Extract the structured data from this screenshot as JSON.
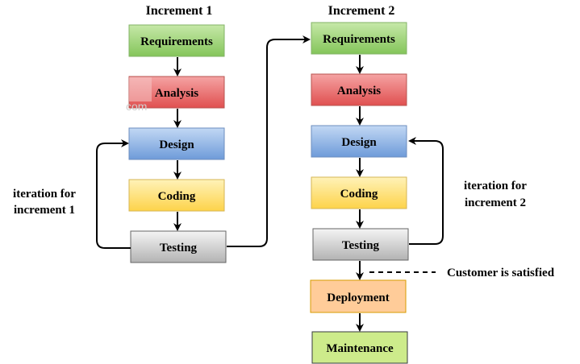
{
  "increment1": {
    "title": "Increment 1",
    "stages": [
      "Requirements",
      "Analysis",
      "Design",
      "Coding",
      "Testing"
    ],
    "iteration_label": [
      "iteration  for",
      "increment 1"
    ]
  },
  "increment2": {
    "title": "Increment 2",
    "stages": [
      "Requirements",
      "Analysis",
      "Design",
      "Coding",
      "Testing"
    ],
    "post_stages": [
      "Deployment",
      "Maintenance"
    ],
    "iteration_label": [
      "iteration  for",
      "increment 2"
    ],
    "customer_note": "Customer is satisfied"
  },
  "watermark": "com",
  "colors": {
    "requirements": "#a3d67a",
    "analysis": "#e8696a",
    "design": "#8fb4e3",
    "coding": "#fde27a",
    "testing": "#d4d4d4",
    "deployment": "#fbc08e",
    "maintenance": "#c4e691",
    "arrow": "#000000"
  }
}
